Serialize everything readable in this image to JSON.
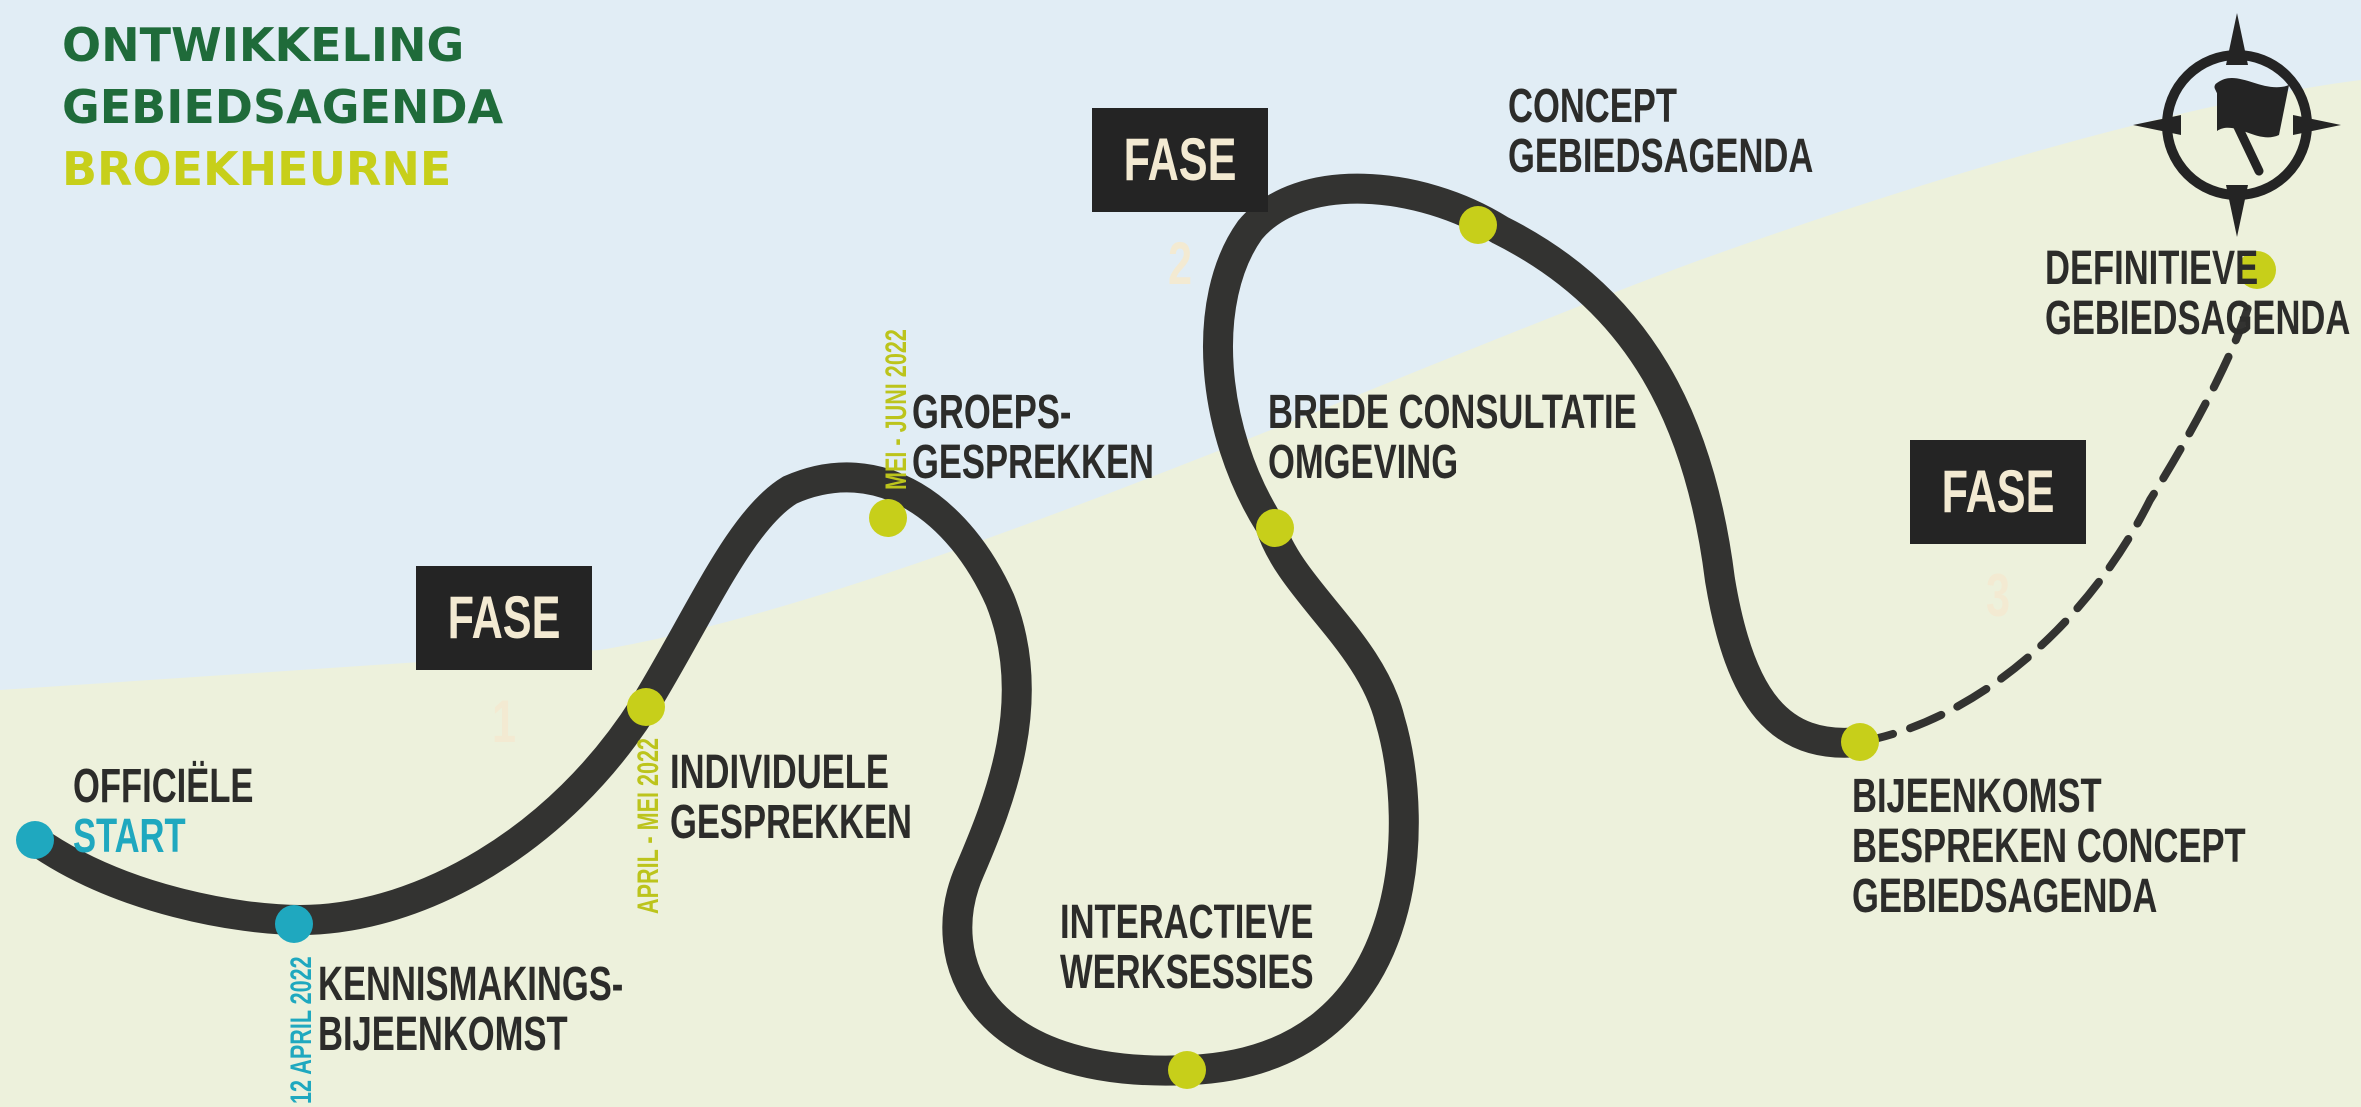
{
  "title": {
    "line1": "ONTWIKKELING",
    "line2": "GEBIEDSAGENDA",
    "line3": "BROEKHEURNE"
  },
  "phases": [
    {
      "label": "FASE 1"
    },
    {
      "label": "FASE 2"
    },
    {
      "label": "FASE 3"
    }
  ],
  "milestones": [
    {
      "lines": [
        "OFFICIËLE",
        "START"
      ],
      "color": "#1fa8bf"
    },
    {
      "lines": [
        "KENNISMAKINGS-",
        "BIJEENKOMST"
      ],
      "date": "12 APRIL 2022",
      "color": "#1fa8bf"
    },
    {
      "lines": [
        "INDIVIDUELE",
        "GESPREKKEN"
      ],
      "date": "APRIL - MEI 2022",
      "color": "#c7cf1a"
    },
    {
      "lines": [
        "GROEPS-",
        "GESPREKKEN"
      ],
      "date": "MEI - JUNI 2022",
      "color": "#c7cf1a"
    },
    {
      "lines": [
        "INTERACTIEVE",
        "WERKSESSIES"
      ],
      "color": "#c7cf1a"
    },
    {
      "lines": [
        "BREDE CONSULTATIE",
        "OMGEVING"
      ],
      "color": "#c7cf1a"
    },
    {
      "lines": [
        "CONCEPT",
        "GEBIEDSAGENDA"
      ],
      "color": "#c7cf1a"
    },
    {
      "lines": [
        "BIJEENKOMST",
        "BESPREKEN CONCEPT",
        "GEBIEDSAGENDA"
      ],
      "color": "#c7cf1a"
    },
    {
      "lines": [
        "DEFINITIEVE",
        "GEBIEDSAGENDA"
      ],
      "color": "#c7cf1a"
    }
  ],
  "colors": {
    "sky": "#e1edf5",
    "land": "#edf1dc",
    "road": "#333331",
    "accent_green": "#1f6b3a",
    "accent_lime": "#c7cf1a",
    "accent_cyan": "#1fa8bf",
    "text_dark": "#2c2c2a"
  },
  "icons": {
    "finish": "compass-flag-icon"
  }
}
